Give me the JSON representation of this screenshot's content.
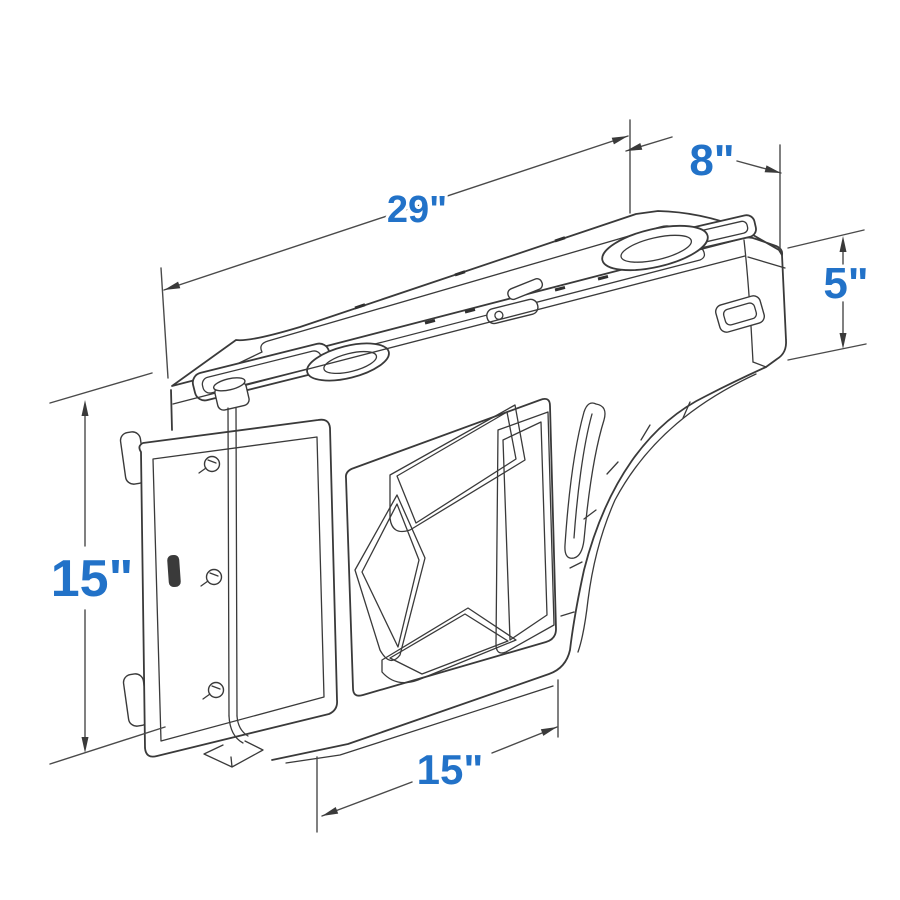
{
  "diagram": {
    "kind": "toolbox-dimension-line-drawing",
    "colors": {
      "accent_blue": "#2272C8",
      "line_art": "#3a3a3a",
      "background": "#ffffff"
    }
  },
  "dimensions": {
    "length": {
      "label": "29\""
    },
    "top_depth": {
      "label": "8\""
    },
    "end_height": {
      "label": "5\""
    },
    "left_height": {
      "label": "15\""
    },
    "base_length": {
      "label": "15\""
    }
  }
}
